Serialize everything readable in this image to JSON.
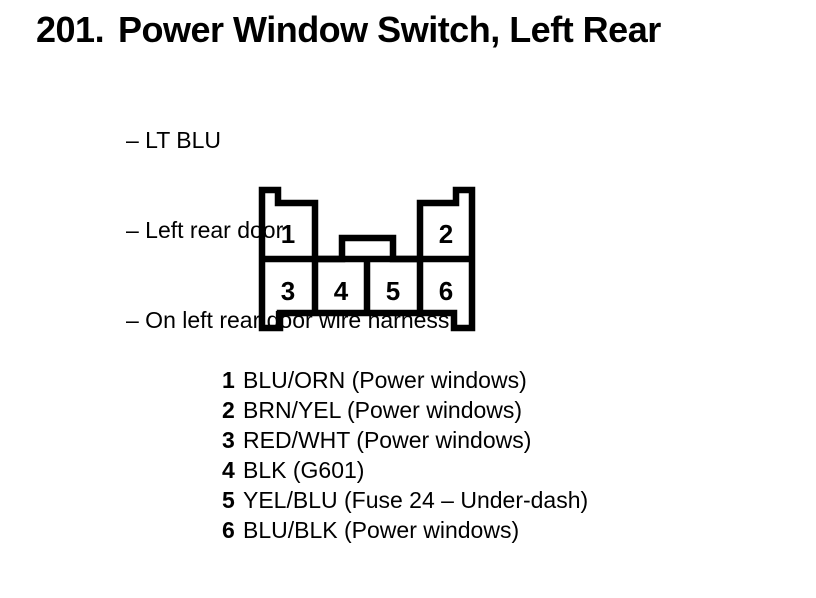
{
  "colors": {
    "ink": "#000000",
    "paper": "#ffffff"
  },
  "header": {
    "section_number": "201.",
    "title": "Power Window Switch, Left Rear"
  },
  "notes": [
    "– LT BLU",
    "– Left rear door",
    "– On left rear door wire harness"
  ],
  "connector": {
    "pins": [
      "1",
      "2",
      "3",
      "4",
      "5",
      "6"
    ]
  },
  "pin_list": [
    {
      "pin": "1",
      "description": "BLU/ORN (Power windows)"
    },
    {
      "pin": "2",
      "description": "BRN/YEL (Power windows)"
    },
    {
      "pin": "3",
      "description": "RED/WHT (Power windows)"
    },
    {
      "pin": "4",
      "description": "BLK (G601)"
    },
    {
      "pin": "5",
      "description": "YEL/BLU (Fuse 24 – Under-dash)"
    },
    {
      "pin": "6",
      "description": "BLU/BLK (Power windows)"
    }
  ]
}
